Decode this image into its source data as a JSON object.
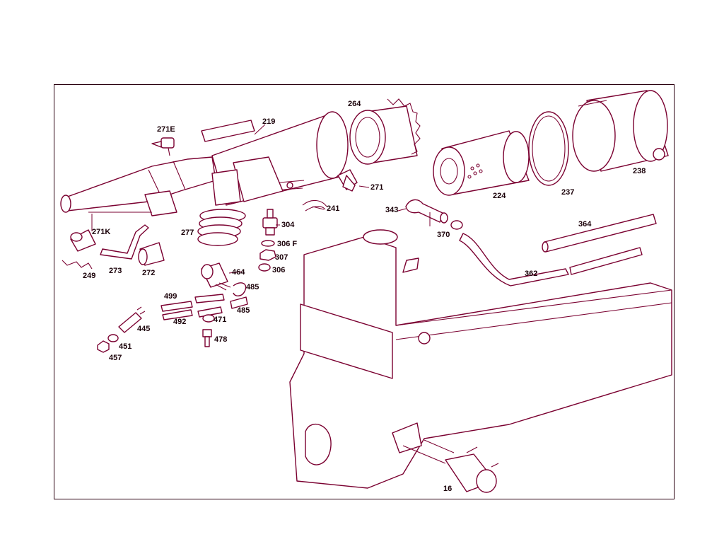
{
  "diagram": {
    "accent_color": "#7a0030",
    "labels": {
      "p219": "219",
      "p271E": "271E",
      "p264": "264",
      "p271": "271",
      "p241": "241",
      "p271K": "271K",
      "p249": "249",
      "p273": "273",
      "p272": "272",
      "p277": "277",
      "p304": "304",
      "p306F": "306 F",
      "p307": "307",
      "p306": "306",
      "p464": "464",
      "p485a": "485",
      "p485b": "485",
      "p499": "499",
      "p492": "492",
      "p471": "471",
      "p478": "478",
      "p445": "445",
      "p451": "451",
      "p457": "457",
      "p343": "343",
      "p370": "370",
      "p224": "224",
      "p237": "237",
      "p238": "238",
      "p364": "364",
      "p362": "362",
      "p16": "16"
    }
  }
}
